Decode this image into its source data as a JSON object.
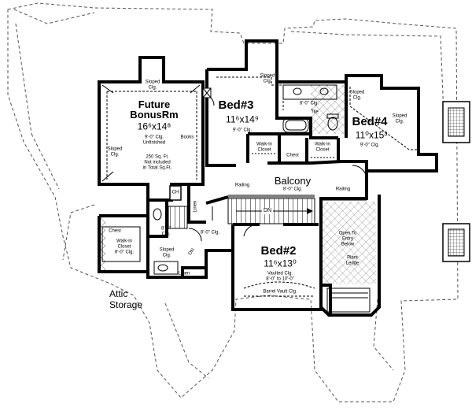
{
  "rooms": {
    "future_bonus": {
      "name1": "Future",
      "name2": "BonusRm",
      "size": "16⁶x14⁸",
      "ceiling": "9'-0\" Clg.",
      "status": "Unfinished",
      "note1": "250 Sq. Ft.",
      "note2": "Not included",
      "note3": "in Total Sq.Ft."
    },
    "bed3": {
      "name": "Bed#3",
      "size": "11⁶x14⁹",
      "ceiling": "9'-0\" Clg."
    },
    "bed4": {
      "name": "Bed#4",
      "size": "11⁰x15³",
      "ceiling": "9'-0\" Clg."
    },
    "bed2": {
      "name": "Bed#2",
      "size": "11⁶x13⁰",
      "ceiling1": "Vaulted Clg.",
      "ceiling2": "8'-0\" to 10'-0\""
    },
    "balcony": {
      "name": "Balcony",
      "ceiling": "8'-0\" Clg."
    },
    "attic": {
      "line1": "Attic",
      "line2": "Storage"
    }
  },
  "labels": {
    "sloped_clg": "Sloped Clg.",
    "sloped": "Sloped",
    "clg": "Clg.",
    "books": "Books",
    "walk_in_closet_1": "Walk-in",
    "walk_in_closet_2": "Closet",
    "chest": "Chest",
    "tile": "Tile",
    "clg_8": "8'-0\" Clg.",
    "railing": "Railing",
    "dn": "DN",
    "open_to_entry_1": "Open To",
    "open_to_entry_2": "Entry",
    "open_to_entry_3": "Below",
    "plant_ledge_1": "Plant",
    "plant_ledge_2": "Ledge",
    "barrel_vault": "Barrel Vault Clg.",
    "ch": "CH",
    "linen": "Linen",
    "wic_clg": "8'-0\" Clg.",
    "bath_clg_1": "8'-0\"",
    "bath_clg_2": "Clg."
  },
  "colors": {
    "wall": "#000000",
    "dashed": "#555555",
    "hatch": "#000000"
  }
}
